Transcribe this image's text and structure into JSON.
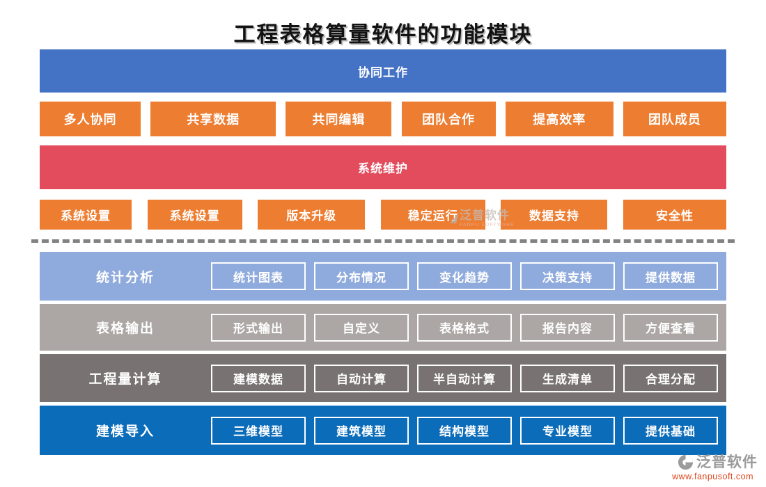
{
  "title": "工程表格算量软件的功能模块",
  "colors": {
    "banner_blue": "#4472C4",
    "banner_red": "#E24C5C",
    "button_orange": "#ED7D31",
    "row_stats_blue": "#8FAADC",
    "row_table_gray": "#ACA6A4",
    "row_calc_gray": "#787272",
    "row_model_blue": "#0B6CBA",
    "divider_gray": "#828282",
    "footer_url_red": "#E0461E",
    "footer_brand_gray": "#9B9B9B"
  },
  "sections": [
    {
      "banner": "协同工作",
      "items": [
        "多人协同",
        "共享数据",
        "共同编辑",
        "团队合作",
        "提高效率",
        "团队成员"
      ]
    },
    {
      "banner": "系统维护",
      "items": [
        "系统设置",
        "系统设置",
        "版本升级",
        "稳定运行",
        "数据支持",
        "安全性"
      ]
    }
  ],
  "modules": [
    {
      "label": "统计分析",
      "items": [
        "统计图表",
        "分布情况",
        "变化趋势",
        "决策支持",
        "提供数据"
      ]
    },
    {
      "label": "表格输出",
      "items": [
        "形式输出",
        "自定义",
        "表格格式",
        "报告内容",
        "方便查看"
      ]
    },
    {
      "label": "工程量计算",
      "items": [
        "建模数据",
        "自动计算",
        "半自动计算",
        "生成清单",
        "合理分配"
      ]
    },
    {
      "label": "建模导入",
      "items": [
        "三维模型",
        "建筑模型",
        "结构模型",
        "专业模型",
        "提供基础"
      ]
    }
  ],
  "watermark": {
    "text": "泛普软件",
    "subtext": "FANPU SOFTWARE"
  },
  "footer": {
    "brand": "泛普软件",
    "url": "www.fanpusoft.com"
  }
}
